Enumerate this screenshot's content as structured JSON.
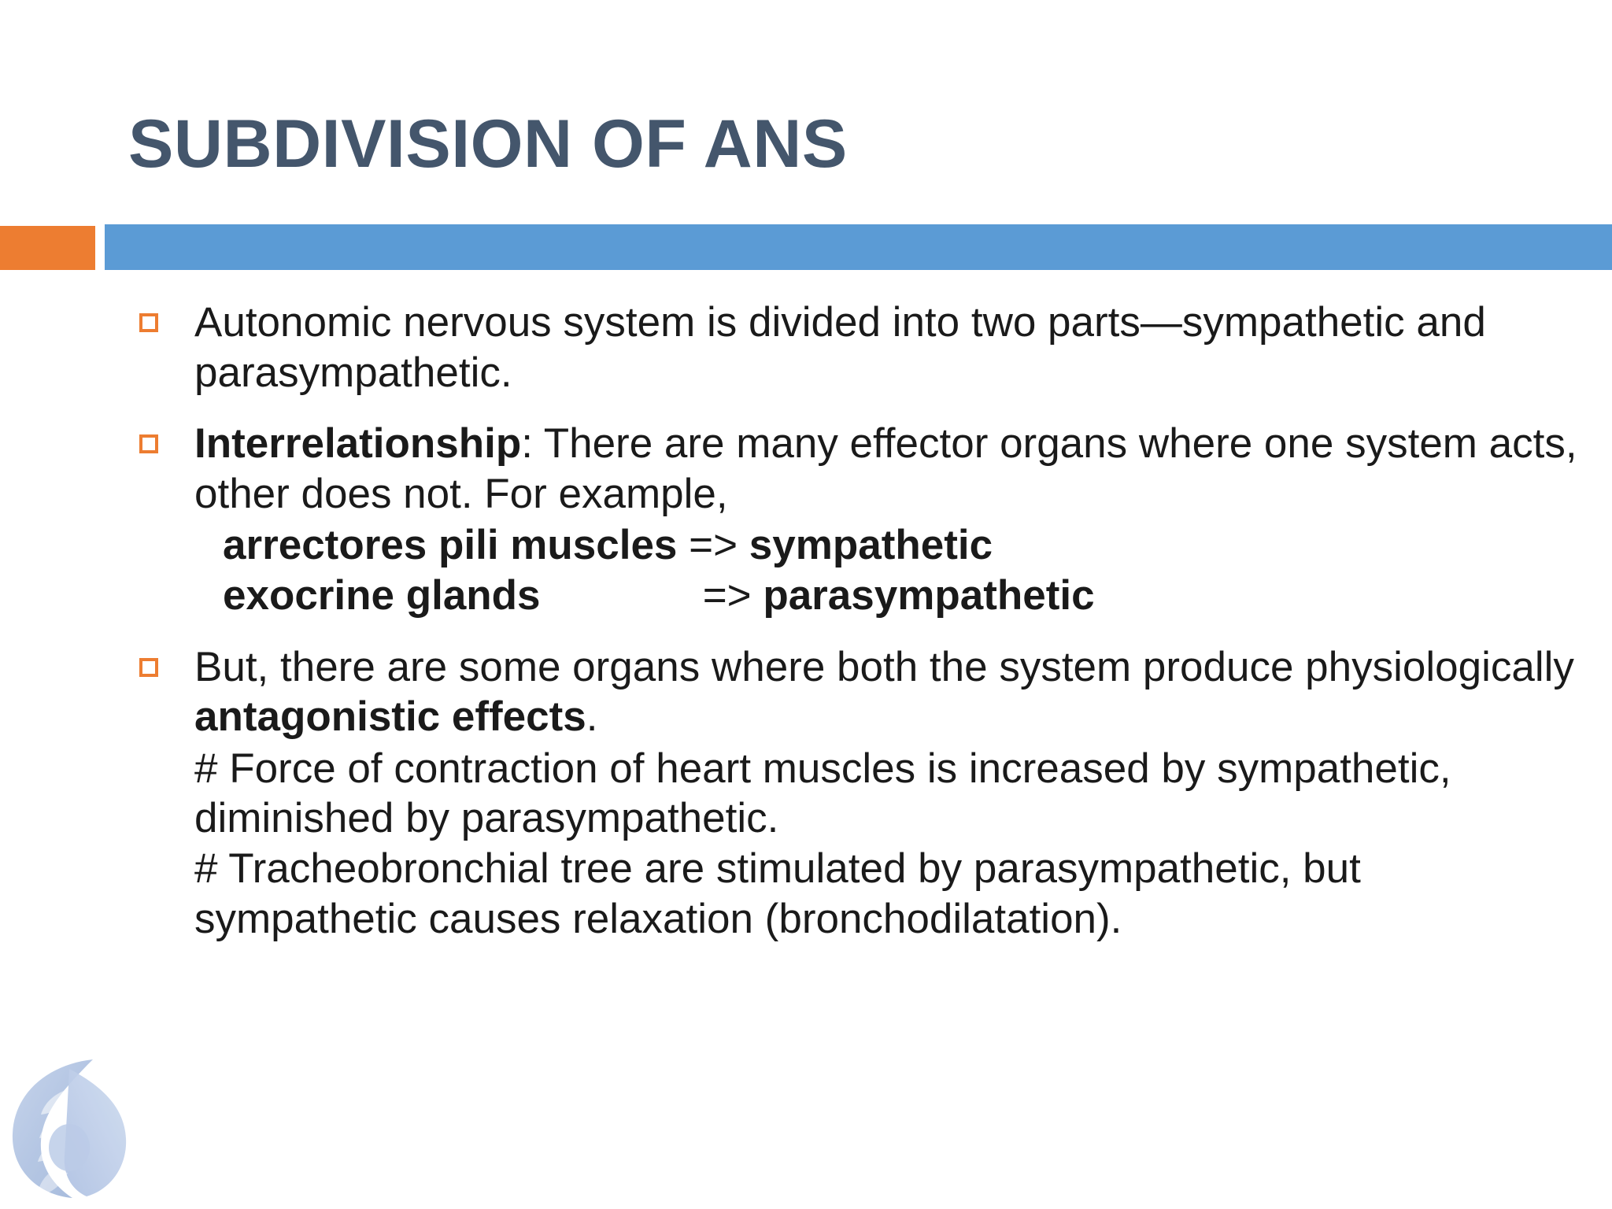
{
  "slide": {
    "title": "SUBDIVISION OF ANS",
    "colors": {
      "title": "#44566C",
      "accent_orange": "#ED7D31",
      "accent_blue": "#5B9BD5",
      "body_text": "#1A1A1A",
      "logo": "#AEC0DF"
    },
    "bullets": [
      {
        "marker": "square-outline",
        "text": "Autonomic nervous system is divided into two  parts—sympathetic and parasympathetic."
      },
      {
        "marker": "square-outline",
        "lead_bold": "Interrelationship",
        "text_after_lead": ": There are many effector organs where one system acts, other does not. For example,",
        "examples": [
          {
            "term": "arrectores pili muscles ",
            "arrow": "=> ",
            "result": "sympathetic"
          },
          {
            "term": "exocrine glands              ",
            "arrow": "=> ",
            "result": "parasympathetic"
          }
        ]
      },
      {
        "marker": "square-outline",
        "text_before_bold": "But, there are some organs where both the system produce physiologically ",
        "bold_phrase": "antagonistic effects",
        "text_after_bold": ".",
        "sub_lines": [
          "# Force of contraction of heart muscles is increased by sympathetic, diminished by parasympathetic.",
          "# Tracheobronchial tree are stimulated by parasympathetic, but sympathetic causes relaxation (bronchodilatation)."
        ]
      }
    ],
    "logo": {
      "name": "leaf-swirl-logo"
    }
  }
}
